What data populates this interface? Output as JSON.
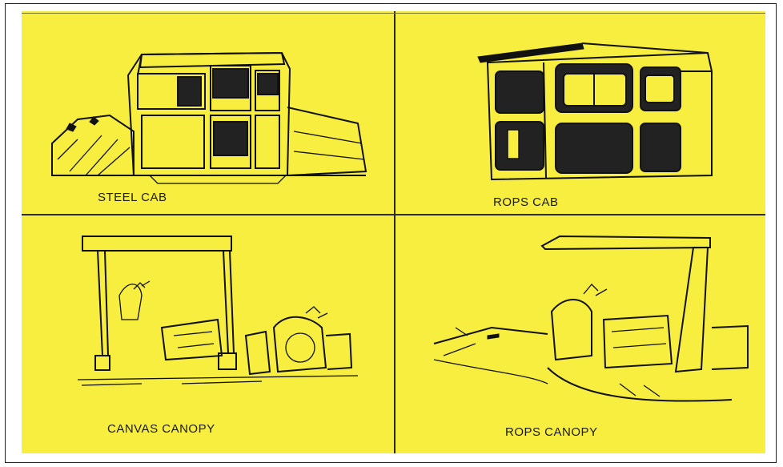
{
  "figure": {
    "background_color": "#f7ee3f",
    "panels": [
      {
        "id": "steel-cab",
        "label": "STEEL CAB"
      },
      {
        "id": "rops-cab",
        "label": "ROPS CAB"
      },
      {
        "id": "canvas-canopy",
        "label": "CANVAS CANOPY"
      },
      {
        "id": "rops-canopy",
        "label": "ROPS CANOPY"
      }
    ]
  }
}
